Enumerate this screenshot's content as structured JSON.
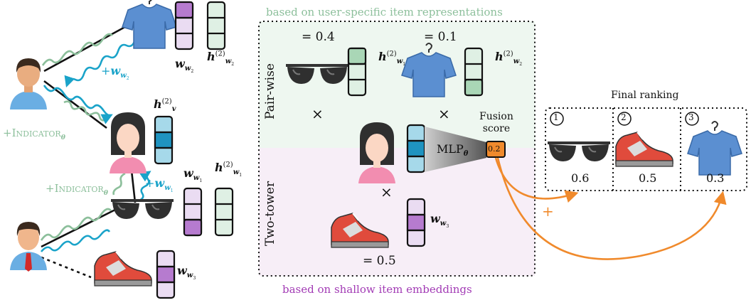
{
  "labels": {
    "top_caption": "based on user-specific item representations",
    "bottom_caption": "based on shallow item embeddings",
    "pair_wise": "Pair-wise",
    "two_tower": "Two-tower",
    "eq_04": "= 0.4",
    "eq_01": "= 0.1",
    "eq_05": "= 0.5",
    "times": "×",
    "mlp": "MLP",
    "theta": "θ",
    "fusion_line1": "Fusion",
    "fusion_line2": "score",
    "fusion_value": "0.2",
    "final_ranking": "Final ranking",
    "plus": "+",
    "indicator": "Indicator",
    "plus_sign": "+",
    "rank1": "1",
    "rank2": "2",
    "rank3": "3",
    "score1": "0.6",
    "score2": "0.5",
    "score3": "0.3",
    "w": "w",
    "h": "h",
    "v": "v",
    "sup2": "(2)",
    "sub_w1": "w",
    "sub_w2": "w",
    "sub_w3": "w",
    "idx1": "1",
    "idx2": "2",
    "idx3": "3"
  },
  "colors": {
    "green": "#8cbf9b",
    "purple": "#a23bb5",
    "blue": "#1aa3c9",
    "orange": "#f08a2c",
    "panel_top": "#eef7f0",
    "panel_bottom": "#f7eef7"
  }
}
